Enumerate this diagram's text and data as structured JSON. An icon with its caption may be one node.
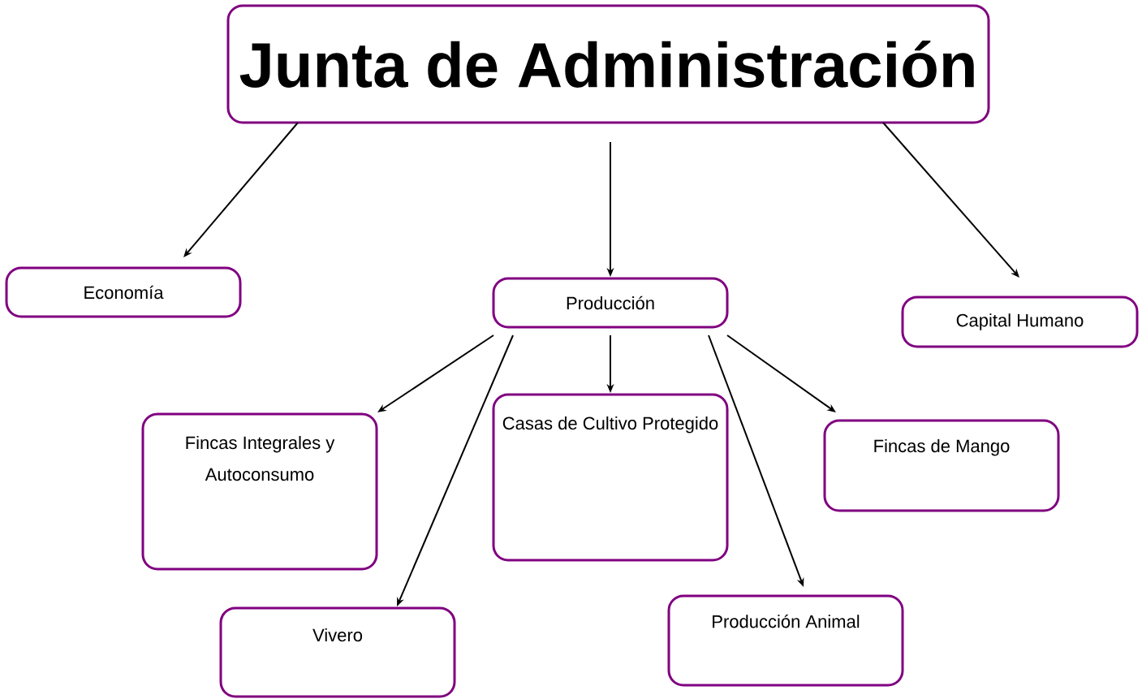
{
  "diagram": {
    "nodes": [
      {
        "text": [
          "Junta de Administración"
        ]
      },
      {
        "text": [
          "Economía"
        ]
      },
      {
        "text": [
          "Producción"
        ]
      },
      {
        "text": [
          "Capital Humano"
        ]
      },
      {
        "text": [
          "Fincas Integrales y Autoconsumo"
        ]
      },
      {
        "text": [
          "Casas de Cultivo Protegido"
        ]
      },
      {
        "text": [
          "Fincas de Mango"
        ]
      },
      {
        "text": [
          "Vivero"
        ]
      },
      {
        "text": [
          "Producción Animal"
        ]
      }
    ],
    "edges": [
      {
        "from": 0,
        "to": 1,
        "arrow": "to"
      },
      {
        "from": 0,
        "to": 2,
        "arrow": "to"
      },
      {
        "from": 0,
        "to": 3,
        "arrow": "to"
      },
      {
        "from": 2,
        "to": 4,
        "arrow": "to"
      },
      {
        "from": 2,
        "to": 7,
        "arrow": "to"
      },
      {
        "from": 2,
        "to": 5,
        "arrow": "to"
      },
      {
        "from": 2,
        "to": 8,
        "arrow": "to"
      },
      {
        "from": 2,
        "to": 6,
        "arrow": "to"
      }
    ]
  }
}
